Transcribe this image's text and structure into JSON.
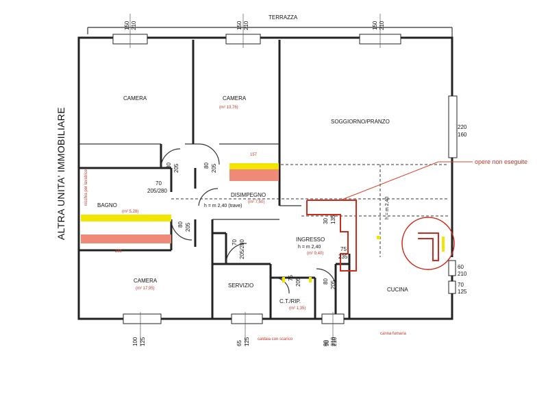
{
  "rooms": {
    "terrazza": "TERRAZZA",
    "camera_top_left": "CAMERA",
    "camera_top_mid": "CAMERA",
    "camera_top_mid_area": "(m² 13,76)",
    "soggiorno": "SOGGIORNO/PRANZO",
    "bagno": "BAGNO",
    "bagno_area": "(m² 5,28)",
    "disimpegno": "DISIMPEGNO",
    "disimpegno_area": "(m² 7,50)",
    "ingresso": "INGRESSO",
    "ingresso_height": "h = m 2,40",
    "ingresso_area": "(m² 9,40)",
    "camera_bottom": "CAMERA",
    "camera_bottom_area": "(m² 17,95)",
    "servizio": "SERVIZIO",
    "ct_rip": "C.T./RIP.",
    "ct_area": "(m² 1,35)",
    "cucina": "CUCINA"
  },
  "side_label": "ALTRA UNITA' IMMOBILIARE",
  "annotation": "opere non eseguite",
  "beam_label": "h = m 2,40 (trave)",
  "vertical_height": "h = m 2,40",
  "dimensions": {
    "w1_top": "150",
    "w1_bot": "210",
    "w2_top": "150",
    "w2_bot": "210",
    "w3_top": "150",
    "w3_bot": "210",
    "right_win_top": "220",
    "right_win_bot": "160",
    "door_cam1_a": "80",
    "door_cam1_b": "205",
    "door_cam2_a": "80",
    "door_cam2_b": "205",
    "bagno_door_a": "70",
    "bagno_door_b": "205/280",
    "dis_door_a": "80",
    "dis_door_b": "205",
    "serv_door_a": "70",
    "serv_door_b": "205/280",
    "ct_door_a": "75",
    "ct_door_b": "205",
    "ing_a": "80",
    "ing_b": "205",
    "ing_c": "90",
    "ing_d": "210",
    "red_a": "30",
    "red_b": "135",
    "red_c": "75",
    "red_d": "235",
    "right_a": "60",
    "right_b": "210",
    "right_c": "70",
    "right_d": "125",
    "bottom_a1": "100",
    "bottom_a2": "125",
    "bottom_b1": "65",
    "bottom_b2": "125",
    "bottom_c1": "90",
    "bottom_c2": "210"
  },
  "small_notes": {
    "bagno_note": "nicchia per lavatrice",
    "ct_note": "caldaia con scarico",
    "cucina_note": "canna fumaria",
    "dim_yellow": "157",
    "dim_bagno": "285"
  },
  "colors": {
    "yellow": "#f2e600",
    "salmon": "#f08a78",
    "red": "#cc2a1a"
  }
}
